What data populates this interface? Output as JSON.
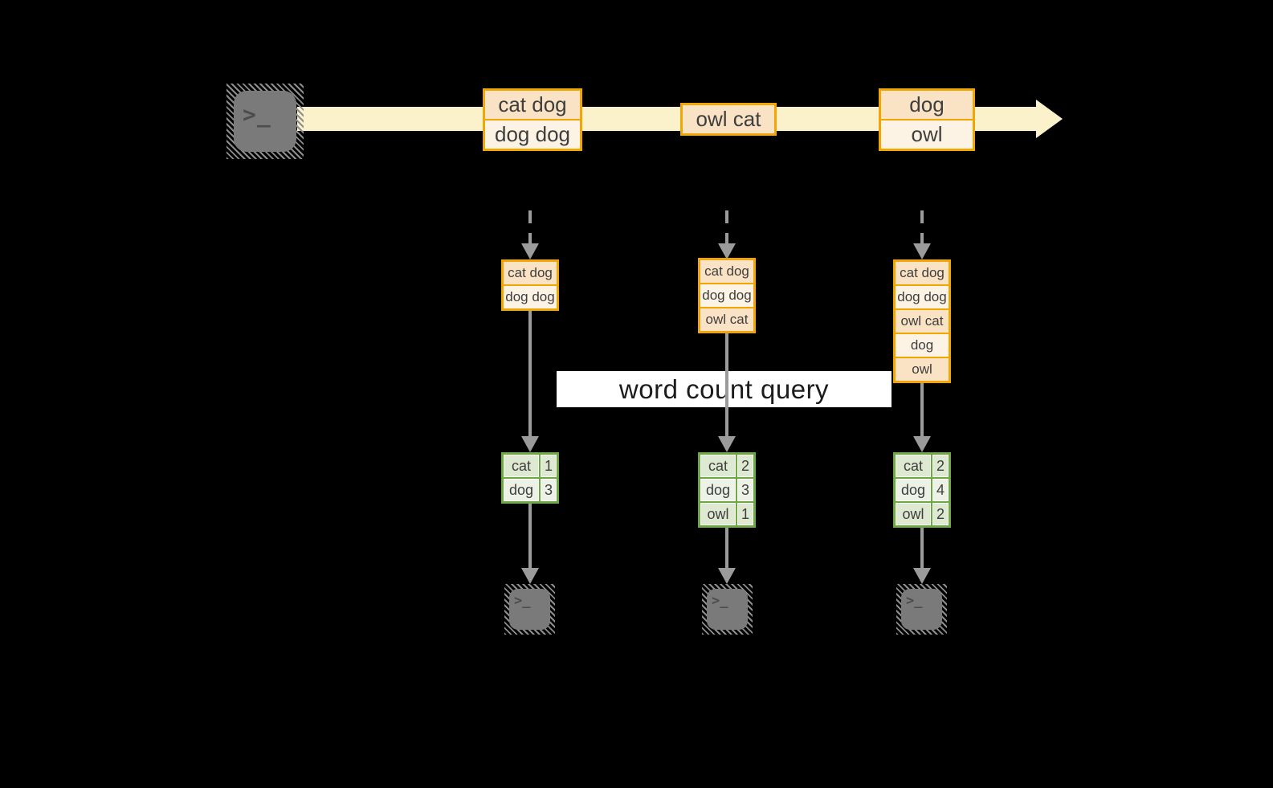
{
  "diagram": {
    "title_banner": "word count query",
    "source_terminal": {
      "icon": "terminal-icon",
      "prompt": ">_"
    },
    "stream_events": [
      {
        "lines": [
          "cat dog",
          "dog dog"
        ]
      },
      {
        "lines": [
          "owl cat"
        ]
      },
      {
        "lines": [
          "dog",
          "owl"
        ]
      }
    ],
    "columns": [
      {
        "buffered_events": [
          "cat dog",
          "dog dog"
        ],
        "word_counts": [
          {
            "word": "cat",
            "count": 1
          },
          {
            "word": "dog",
            "count": 3
          }
        ],
        "output_terminal_prompt": ">_"
      },
      {
        "buffered_events": [
          "cat dog",
          "dog dog",
          "owl cat"
        ],
        "word_counts": [
          {
            "word": "cat",
            "count": 2
          },
          {
            "word": "dog",
            "count": 3
          },
          {
            "word": "owl",
            "count": 1
          }
        ],
        "output_terminal_prompt": ">_"
      },
      {
        "buffered_events": [
          "cat dog",
          "dog dog",
          "owl cat",
          "dog",
          "owl"
        ],
        "word_counts": [
          {
            "word": "cat",
            "count": 2
          },
          {
            "word": "dog",
            "count": 4
          },
          {
            "word": "owl",
            "count": 2
          }
        ],
        "output_terminal_prompt": ">_"
      }
    ],
    "colors": {
      "background": "#000000",
      "stream_band": "#FBF1CB",
      "event_border": "#F2A602",
      "event_fill_dark": "#FAE3C5",
      "event_fill_light": "#FDF3E4",
      "count_border": "#6DA844",
      "count_fill_dark": "#DDE9D1",
      "count_fill_light": "#EDF2E7",
      "connector_gray": "#9B9B9B",
      "terminal_gray": "#7A7A7A",
      "banner_background": "#FFFFFF"
    }
  }
}
